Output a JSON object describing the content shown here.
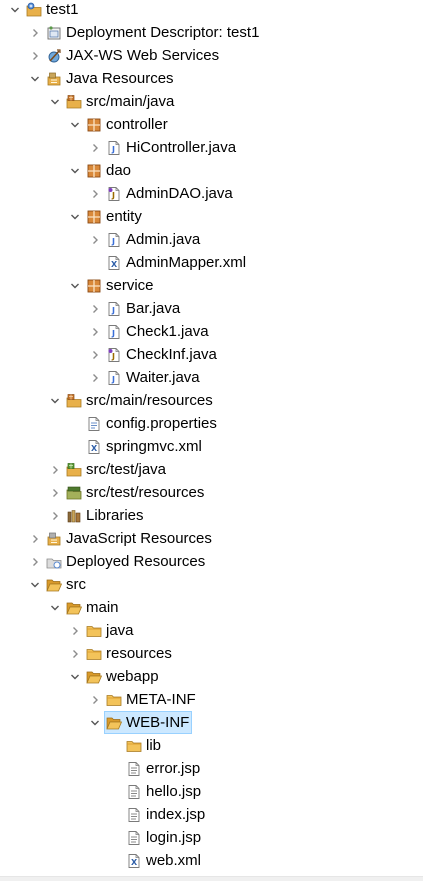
{
  "tree": {
    "nodes": [
      {
        "label": "test1",
        "icon": "project-icon",
        "toggle": "expanded",
        "depth": 0
      },
      {
        "label": "Deployment Descriptor: test1",
        "icon": "deployment-descriptor-icon",
        "toggle": "collapsed",
        "depth": 1
      },
      {
        "label": "JAX-WS Web Services",
        "icon": "web-services-icon",
        "toggle": "collapsed",
        "depth": 1
      },
      {
        "label": "Java Resources",
        "icon": "java-resources-icon",
        "toggle": "expanded",
        "depth": 1
      },
      {
        "label": "src/main/java",
        "icon": "source-folder-icon",
        "toggle": "expanded",
        "depth": 2
      },
      {
        "label": "controller",
        "icon": "package-icon",
        "toggle": "expanded",
        "depth": 3
      },
      {
        "label": "HiController.java",
        "icon": "java-file-icon",
        "toggle": "collapsed",
        "depth": 4
      },
      {
        "label": "dao",
        "icon": "package-icon",
        "toggle": "expanded",
        "depth": 3
      },
      {
        "label": "AdminDAO.java",
        "icon": "java-interface-file-icon",
        "toggle": "collapsed",
        "depth": 4
      },
      {
        "label": "entity",
        "icon": "package-icon",
        "toggle": "expanded",
        "depth": 3
      },
      {
        "label": "Admin.java",
        "icon": "java-file-icon",
        "toggle": "collapsed",
        "depth": 4
      },
      {
        "label": "AdminMapper.xml",
        "icon": "xml-file-icon",
        "toggle": "none",
        "depth": 4
      },
      {
        "label": "service",
        "icon": "package-icon",
        "toggle": "expanded",
        "depth": 3
      },
      {
        "label": "Bar.java",
        "icon": "java-file-icon",
        "toggle": "collapsed",
        "depth": 4
      },
      {
        "label": "Check1.java",
        "icon": "java-file-icon",
        "toggle": "collapsed",
        "depth": 4
      },
      {
        "label": "CheckInf.java",
        "icon": "java-interface-file-icon",
        "toggle": "collapsed",
        "depth": 4
      },
      {
        "label": "Waiter.java",
        "icon": "java-file-icon",
        "toggle": "collapsed",
        "depth": 4
      },
      {
        "label": "src/main/resources",
        "icon": "source-folder-icon",
        "toggle": "expanded",
        "depth": 2
      },
      {
        "label": "config.properties",
        "icon": "properties-file-icon",
        "toggle": "none",
        "depth": 3
      },
      {
        "label": "springmvc.xml",
        "icon": "xml-file-icon",
        "toggle": "none",
        "depth": 3
      },
      {
        "label": "src/test/java",
        "icon": "test-source-folder-icon",
        "toggle": "collapsed",
        "depth": 2
      },
      {
        "label": "src/test/resources",
        "icon": "test-resources-folder-icon",
        "toggle": "collapsed",
        "depth": 2
      },
      {
        "label": "Libraries",
        "icon": "libraries-icon",
        "toggle": "collapsed",
        "depth": 2
      },
      {
        "label": "JavaScript Resources",
        "icon": "javascript-resources-icon",
        "toggle": "collapsed",
        "depth": 1
      },
      {
        "label": "Deployed Resources",
        "icon": "deployed-resources-icon",
        "toggle": "collapsed",
        "depth": 1
      },
      {
        "label": "src",
        "icon": "folder-open-icon",
        "toggle": "expanded",
        "depth": 1
      },
      {
        "label": "main",
        "icon": "folder-open-icon",
        "toggle": "expanded",
        "depth": 2
      },
      {
        "label": "java",
        "icon": "folder-icon",
        "toggle": "collapsed",
        "depth": 3
      },
      {
        "label": "resources",
        "icon": "folder-icon",
        "toggle": "collapsed",
        "depth": 3
      },
      {
        "label": "webapp",
        "icon": "folder-open-icon",
        "toggle": "expanded",
        "depth": 3
      },
      {
        "label": "META-INF",
        "icon": "folder-icon",
        "toggle": "collapsed",
        "depth": 4
      },
      {
        "label": "WEB-INF",
        "icon": "folder-open-icon",
        "toggle": "expanded",
        "depth": 4,
        "selected": true
      },
      {
        "label": "lib",
        "icon": "folder-icon",
        "toggle": "none",
        "depth": 5
      },
      {
        "label": "error.jsp",
        "icon": "jsp-file-icon",
        "toggle": "none",
        "depth": 5
      },
      {
        "label": "hello.jsp",
        "icon": "jsp-file-icon",
        "toggle": "none",
        "depth": 5
      },
      {
        "label": "index.jsp",
        "icon": "jsp-file-icon",
        "toggle": "none",
        "depth": 5
      },
      {
        "label": "login.jsp",
        "icon": "jsp-file-icon",
        "toggle": "none",
        "depth": 5
      },
      {
        "label": "web.xml",
        "icon": "xml-file-icon",
        "toggle": "none",
        "depth": 5
      }
    ]
  },
  "colors": {
    "selection_fill": "#cce8ff",
    "selection_border": "#99d1ff",
    "folder": "#e8b04a",
    "package": "#b2641f",
    "java_blue": "#3a6fd8"
  }
}
